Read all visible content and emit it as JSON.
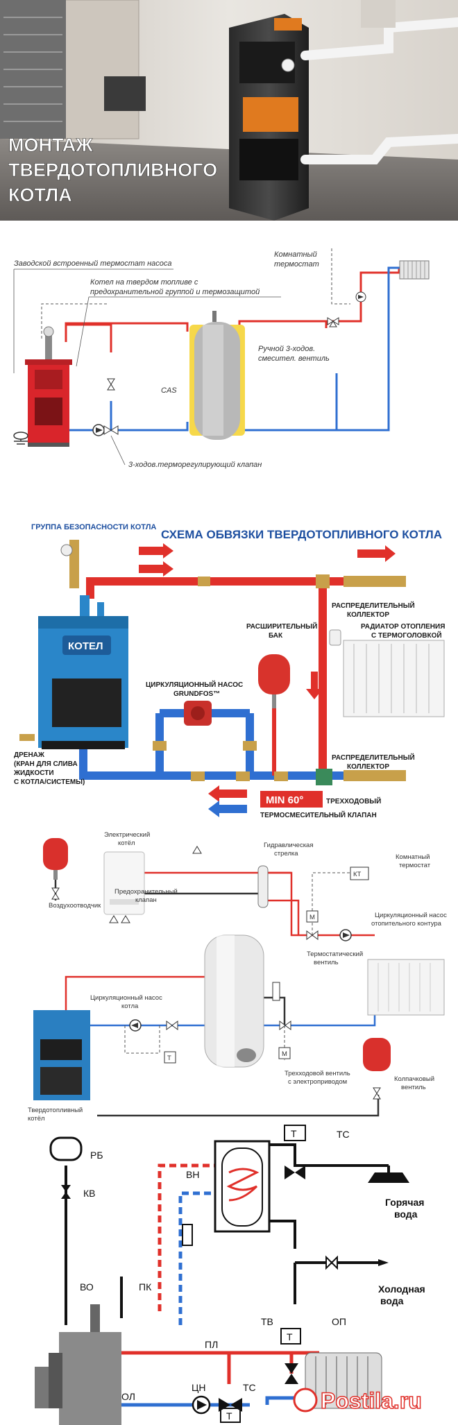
{
  "banner": {
    "line1": "МОНТАЖ",
    "line2": "ТВЕРДОТОПЛИВНОГО",
    "line3": "КОТЛА"
  },
  "diagram1": {
    "factory_thermostat": "Заводской встроенный термостат насоса",
    "boiler_line1": "Котел на твердом топливе с",
    "boiler_line2": "предохранительной группой и термозащитой",
    "room_thermostat_1": "Комнатный",
    "room_thermostat_2": "термостат",
    "manual_valve_1": "Ручной 3-ходов.",
    "manual_valve_2": "смесител. вентиль",
    "cas": "CAS",
    "thermo_valve": "3-ходов.терморегулирующий клапан"
  },
  "diagram2": {
    "title": "СХЕМА ОБВЯЗКИ ТВЕРДОТОПЛИВНОГО КОТЛА",
    "safety_group": "ГРУППА БЕЗОПАСНОСТИ КОТЛА",
    "collector_top_1": "РАСПРЕДЕЛИТЕЛЬНЫЙ",
    "collector_top_2": "КОЛЛЕКТОР",
    "exp_tank_1": "РАСШИРИТЕЛЬНЫЙ",
    "exp_tank_2": "БАК",
    "radiator_1": "РАДИАТОР ОТОПЛЕНИЯ",
    "radiator_2": "С ТЕРМОГОЛОВКОЙ",
    "boiler": "КОТЕЛ",
    "pump_1": "ЦИРКУЛЯЦИОННЫЙ НАСОС",
    "pump_2": "GRUNDFOS™",
    "drain_1": "ДРЕНАЖ",
    "drain_2": "(КРАН ДЛЯ СЛИВА",
    "drain_3": "ЖИДКОСТИ",
    "drain_4": "С КОТЛА/СИСТЕМЫ)",
    "collector_bottom_1": "РАСПРЕДЕЛИТЕЛЬНЫЙ",
    "collector_bottom_2": "КОЛЛЕКТОР",
    "min60": "MIN 60°",
    "three_way_1": "ТРЕХХОДОВЫЙ",
    "three_way_2": "ТЕРМОСМЕСИТЕЛЬНЫЙ КЛАПАН"
  },
  "diagram3": {
    "electric_boiler_1": "Электрический",
    "electric_boiler_2": "котёл",
    "hydro_1": "Гидравлическая",
    "hydro_2": "стрелка",
    "room_thermo_1": "Комнатный",
    "room_thermo_2": "термостат",
    "kt": "КТ",
    "air_vent": "Воздухоотводчик",
    "safety_valve_1": "Предохранительный",
    "safety_valve_2": "клапан",
    "pump_heat_1": "Циркуляционный насос",
    "pump_heat_2": "отопительного контура",
    "m": "M",
    "thermo_valve_1": "Термостатический",
    "thermo_valve_2": "вентиль",
    "pump_boiler_1": "Циркуляционный насос",
    "pump_boiler_2": "котла",
    "t": "T",
    "three_way_1": "Трехходовой вентиль",
    "three_way_2": "с электроприводом",
    "cap_valve_1": "Колпачковый",
    "cap_valve_2": "вентиль",
    "solid_boiler_1": "Твердотопливный",
    "solid_boiler_2": "котёл"
  },
  "diagram4": {
    "vn": "ВН",
    "ts_top": "ТС",
    "hot_1": "Горячая",
    "hot_2": "вода",
    "rb": "РБ",
    "kv": "КВ",
    "cold_1": "Холодная",
    "cold_2": "вода",
    "vo": "ВО",
    "pk": "ПК",
    "pl": "ПЛ",
    "tv": "ТВ",
    "op": "ОП",
    "ol": "ОЛ",
    "tsn": "ЦН",
    "ts_bottom": "ТС",
    "t": "T"
  },
  "watermark": "Postila.ru",
  "colors": {
    "hot_pipe": "#e0302a",
    "cold_pipe": "#2f6fd1",
    "boiler_orange": "#e07a1f",
    "title_blue": "#1d4fa0",
    "label_red": "#c22a24"
  }
}
